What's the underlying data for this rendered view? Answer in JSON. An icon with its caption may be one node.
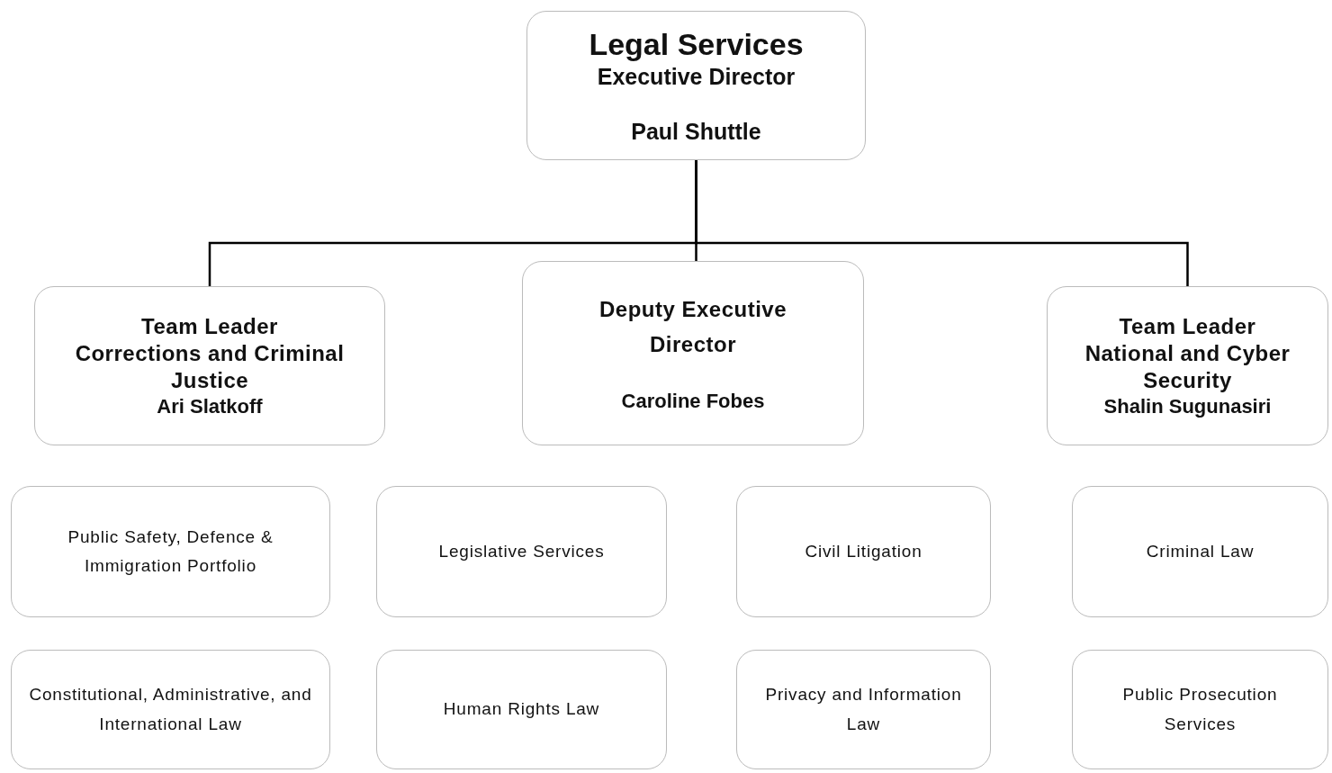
{
  "diagram": {
    "nodes": [
      {
        "text": [
          "Legal Services",
          "Executive Director",
          "Paul Shuttle"
        ]
      },
      {
        "text": [
          "Team Leader",
          "Corrections and Criminal Justice",
          "Ari Slatkoff"
        ]
      },
      {
        "text": [
          "Deputy Executive Director",
          "Caroline Fobes"
        ]
      },
      {
        "text": [
          "Team Leader",
          "National and Cyber Security",
          "Shalin Sugunasiri"
        ]
      },
      {
        "text": [
          "Public Safety, Defence & Immigration Portfolio"
        ]
      },
      {
        "text": [
          "Legislative Services"
        ]
      },
      {
        "text": [
          "Civil Litigation"
        ]
      },
      {
        "text": [
          "Criminal Law"
        ]
      },
      {
        "text": [
          "Constitutional, Administrative, and International Law"
        ]
      },
      {
        "text": [
          "Human Rights Law"
        ]
      },
      {
        "text": [
          "Privacy and Information Law"
        ]
      },
      {
        "text": [
          "Public Prosecution Services"
        ]
      }
    ],
    "edges": [
      {
        "from": 0,
        "to": 1,
        "arrow": "none"
      },
      {
        "from": 0,
        "to": 2,
        "arrow": "none"
      },
      {
        "from": 0,
        "to": 3,
        "arrow": "none"
      }
    ]
  }
}
